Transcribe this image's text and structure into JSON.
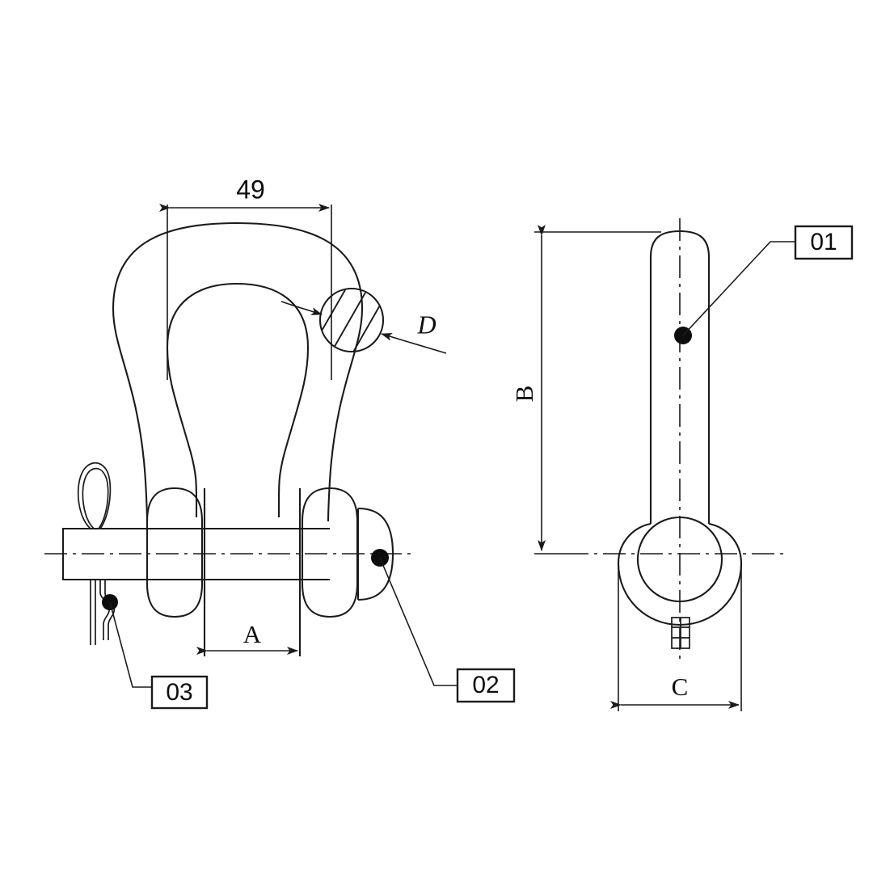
{
  "drawing": {
    "title": "Anchor Shackle Assembly Technical Drawing",
    "background_color": "#ffffff",
    "line_color": "#1a1a1a",
    "views": {
      "front": {
        "name": "front-elevation-view"
      },
      "side": {
        "name": "side-elevation-view"
      }
    }
  },
  "dimensions": {
    "width_49": {
      "label": "49",
      "name": "dimension-49",
      "note": "overall bow width across shackle body"
    },
    "bail_diameter_D": {
      "label": "D",
      "name": "dimension-D",
      "note": "bow stock diameter, sectioned"
    },
    "inside_width_A": {
      "label": "A",
      "name": "dimension-A",
      "note": "inside jaw width between ears"
    },
    "height_B": {
      "label": "B",
      "name": "dimension-B",
      "note": "pin overall length, side view"
    },
    "eye_width_C": {
      "label": "C",
      "name": "dimension-C",
      "note": "eye outer width, side view"
    }
  },
  "balloons": [
    {
      "label": "01",
      "name": "balloon-01",
      "target": "pin-shank"
    },
    {
      "label": "02",
      "name": "balloon-02",
      "target": "pin-head"
    },
    {
      "label": "03",
      "name": "balloon-03",
      "target": "cotter-split-pin"
    }
  ],
  "icons": {
    "arrowhead": "arrowhead-icon",
    "leader_dot": "leader-dot-icon",
    "section_hatch": "section-hatch-icon",
    "centerline": "centerline-icon"
  }
}
